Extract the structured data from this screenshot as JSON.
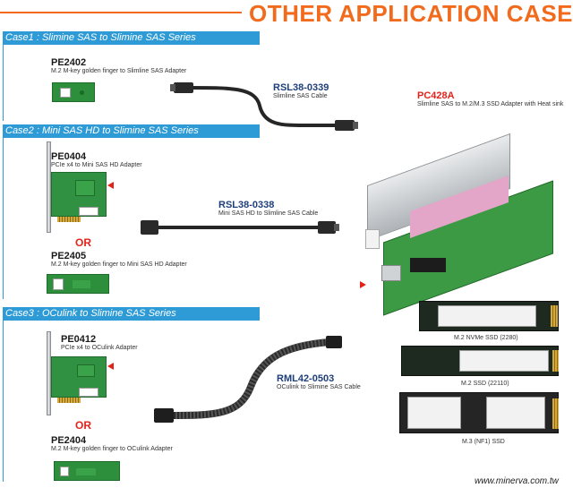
{
  "header": {
    "title": "OTHER APPLICATION CASES"
  },
  "cases": [
    {
      "title": "Case1 : Slimine SAS to Slimine SAS Series"
    },
    {
      "title": "Case2 : Mini SAS HD to Slimine SAS Series"
    },
    {
      "title": "Case3 : OCulink to Slimine SAS Series"
    }
  ],
  "case1": {
    "adapter": {
      "code": "PE2402",
      "desc": "M.2 M-key golden finger to Slimline SAS Adapter"
    },
    "cable": {
      "code": "RSL38-0339",
      "desc": "Slimline SAS Cable"
    }
  },
  "case2": {
    "adapter_a": {
      "code": "PE0404",
      "desc": "PCIe x4 to Mini SAS HD Adapter"
    },
    "or_label": "OR",
    "adapter_b": {
      "code": "PE2405",
      "desc": "M.2 M-key golden finger to Mini SAS HD Adapter"
    },
    "cable": {
      "code": "RSL38-0338",
      "desc": "Mini SAS HD to Slimline SAS Cable"
    }
  },
  "case3": {
    "adapter_a": {
      "code": "PE0412",
      "desc": "PCIe x4 to OCulink Adapter"
    },
    "or_label": "OR",
    "adapter_b": {
      "code": "PE2404",
      "desc": "M.2 M-key golden finger to OCulink Adapter"
    },
    "cable": {
      "code": "RML42-0503",
      "desc": "OCulink to Slimine SAS Cable"
    }
  },
  "target": {
    "code": "PC428A",
    "desc": "Slimline SAS to M.2/M.3 SSD Adapter with Heat sink"
  },
  "ssds": [
    {
      "caption": "M.2 NVMe SSD (2280)"
    },
    {
      "caption": "M.2 SSD (22110)"
    },
    {
      "caption": "M.3 (NF1) SSD"
    }
  ],
  "footer": {
    "url": "www.minerva.com.tw"
  }
}
